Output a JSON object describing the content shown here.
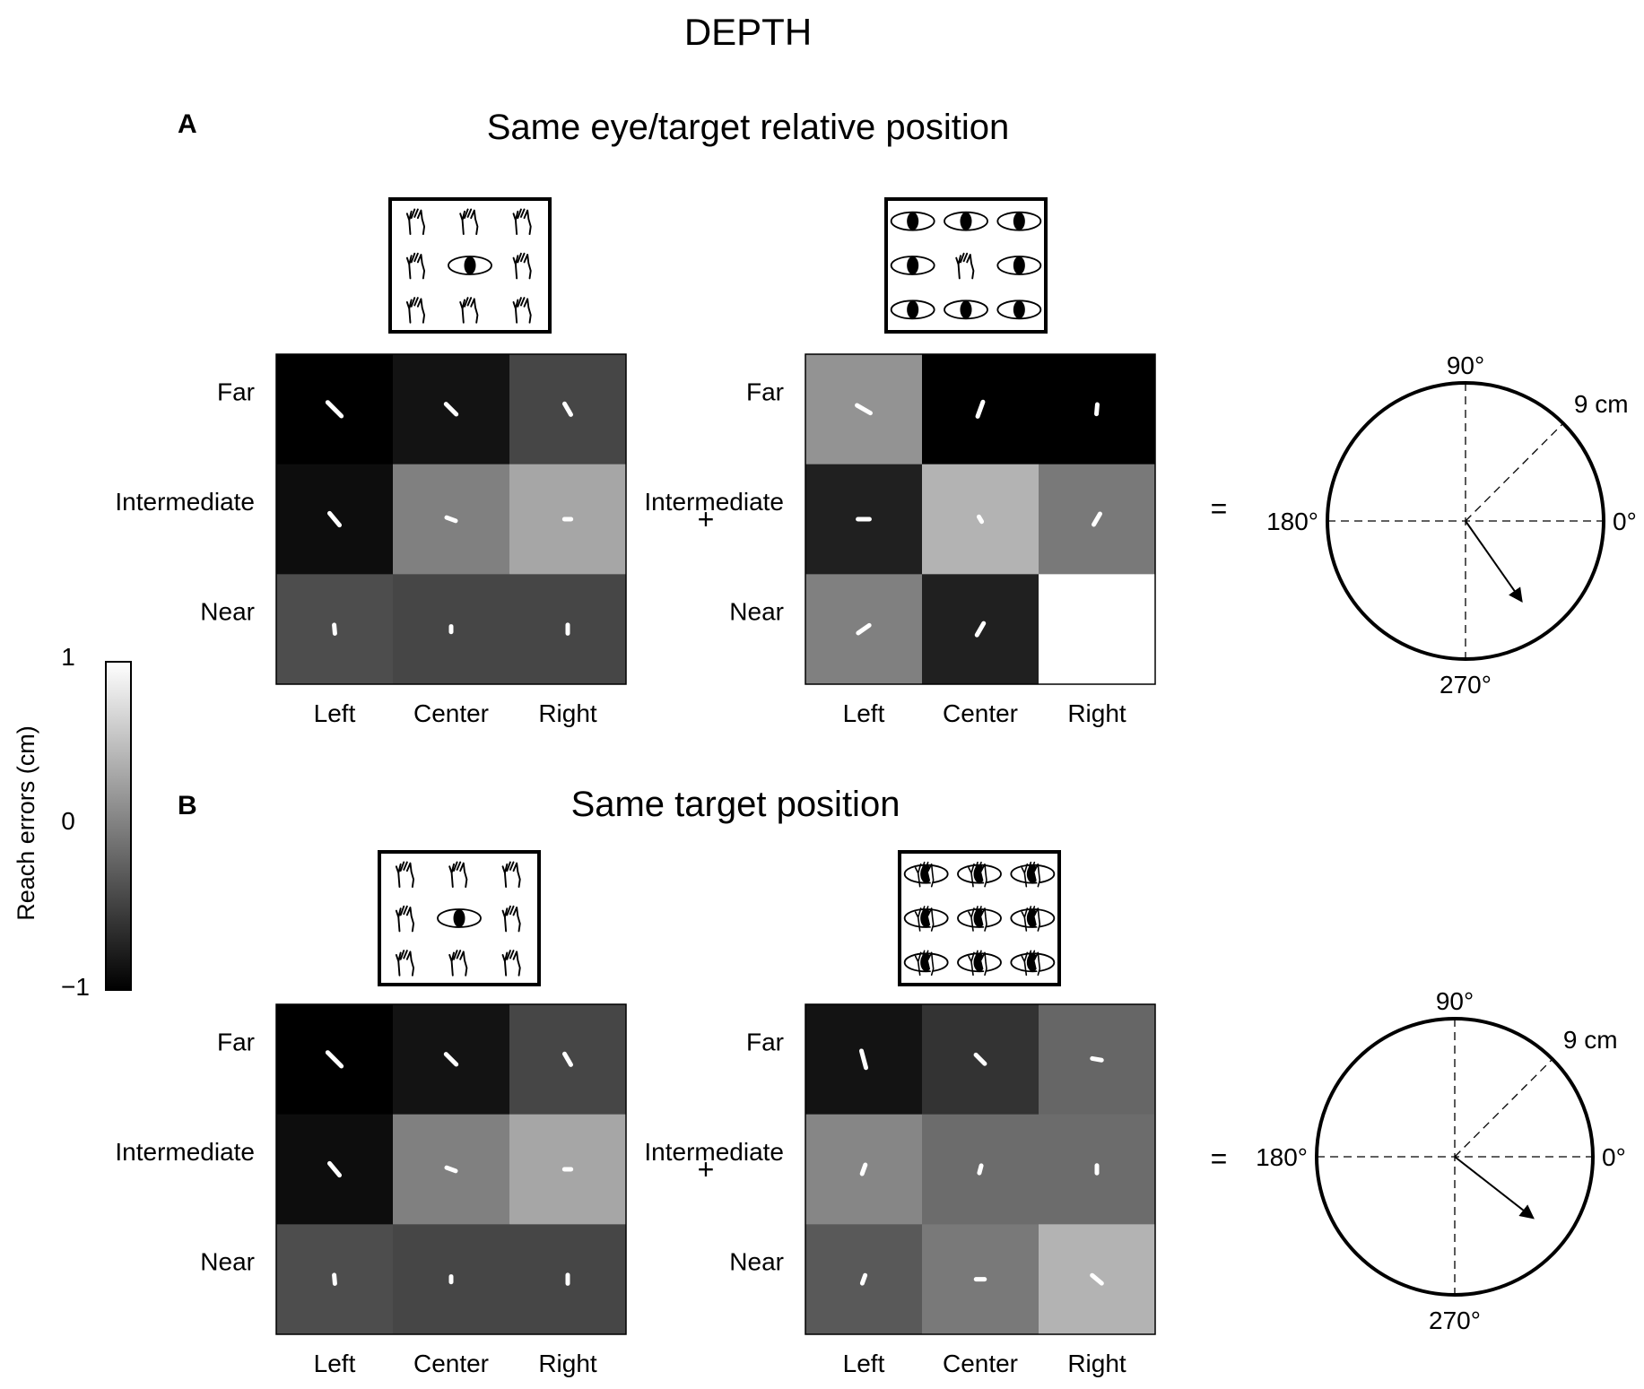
{
  "figure": {
    "title": "DEPTH",
    "plus_sign": "+",
    "equals_sign": "=",
    "icons": {
      "hand": "hand-icon",
      "eye": "eye-icon",
      "hand_on_eye": "hand-on-eye-icon"
    },
    "colorbar": {
      "label": "Reach errors (cm)",
      "max_label": "1",
      "mid_label": "0",
      "min_label": "−1",
      "range": [
        -1,
        1
      ],
      "colormap": "gray"
    }
  },
  "chart_data": [
    {
      "type": "heatmap",
      "panel": "A",
      "panel_title": "Same eye/target relative position",
      "term": "left",
      "inset_layout": [
        [
          "hand",
          "hand",
          "hand"
        ],
        [
          "hand",
          "eye",
          "hand"
        ],
        [
          "hand",
          "hand",
          "hand"
        ]
      ],
      "columns": [
        "Left",
        "Center",
        "Right"
      ],
      "rows": [
        "Far",
        "Intermediate",
        "Near"
      ],
      "values": [
        [
          -1.0,
          -0.85,
          -0.45
        ],
        [
          -0.9,
          0.0,
          0.3
        ],
        [
          -0.4,
          -0.45,
          -0.45
        ]
      ],
      "arrows": [
        [
          {
            "angle": 315,
            "length": 0.8
          },
          {
            "angle": 315,
            "length": 0.55
          },
          {
            "angle": 300,
            "length": 0.45
          }
        ],
        [
          {
            "angle": 310,
            "length": 0.6
          },
          {
            "angle": 340,
            "length": 0.3
          },
          {
            "angle": 0,
            "length": 0.15
          }
        ],
        [
          {
            "angle": 275,
            "length": 0.25
          },
          {
            "angle": 270,
            "length": 0.1
          },
          {
            "angle": 270,
            "length": 0.25
          }
        ]
      ]
    },
    {
      "type": "heatmap",
      "panel": "A",
      "term": "right",
      "inset_layout": [
        [
          "eye",
          "eye",
          "eye"
        ],
        [
          "eye",
          "hand",
          "eye"
        ],
        [
          "eye",
          "eye",
          "eye"
        ]
      ],
      "columns": [
        "Left",
        "Center",
        "Right"
      ],
      "rows": [
        "Far",
        "Intermediate",
        "Near"
      ],
      "values": [
        [
          0.15,
          -1.0,
          -1.0
        ],
        [
          -0.75,
          0.4,
          -0.05
        ],
        [
          0.0,
          -0.75,
          1.0
        ]
      ],
      "arrows": [
        [
          {
            "angle": 330,
            "length": 0.6
          },
          {
            "angle": 250,
            "length": 0.6
          },
          {
            "angle": 265,
            "length": 0.3
          }
        ],
        [
          {
            "angle": 0,
            "length": 0.4
          },
          {
            "angle": 300,
            "length": 0.1
          },
          {
            "angle": 240,
            "length": 0.45
          }
        ],
        [
          {
            "angle": 215,
            "length": 0.5
          },
          {
            "angle": 240,
            "length": 0.5
          },
          null
        ]
      ]
    },
    {
      "type": "heatmap",
      "panel": "B",
      "panel_title": "Same target position",
      "term": "left",
      "inset_layout": [
        [
          "hand",
          "hand",
          "hand"
        ],
        [
          "hand",
          "eye",
          "hand"
        ],
        [
          "hand",
          "hand",
          "hand"
        ]
      ],
      "columns": [
        "Left",
        "Center",
        "Right"
      ],
      "rows": [
        "Far",
        "Intermediate",
        "Near"
      ],
      "values": [
        [
          -1.0,
          -0.85,
          -0.45
        ],
        [
          -0.9,
          0.0,
          0.3
        ],
        [
          -0.4,
          -0.45,
          -0.45
        ]
      ],
      "arrows": [
        [
          {
            "angle": 315,
            "length": 0.8
          },
          {
            "angle": 315,
            "length": 0.55
          },
          {
            "angle": 300,
            "length": 0.45
          }
        ],
        [
          {
            "angle": 310,
            "length": 0.6
          },
          {
            "angle": 340,
            "length": 0.3
          },
          {
            "angle": 0,
            "length": 0.15
          }
        ],
        [
          {
            "angle": 275,
            "length": 0.25
          },
          {
            "angle": 270,
            "length": 0.1
          },
          {
            "angle": 270,
            "length": 0.25
          }
        ]
      ]
    },
    {
      "type": "heatmap",
      "panel": "B",
      "term": "right",
      "inset_layout": [
        [
          "hand_on_eye",
          "hand_on_eye",
          "hand_on_eye"
        ],
        [
          "hand_on_eye",
          "hand_on_eye",
          "hand_on_eye"
        ],
        [
          "hand_on_eye",
          "hand_on_eye",
          "hand_on_eye"
        ]
      ],
      "columns": [
        "Left",
        "Center",
        "Right"
      ],
      "rows": [
        "Far",
        "Intermediate",
        "Near"
      ],
      "values": [
        [
          -0.85,
          -0.6,
          -0.2
        ],
        [
          0.05,
          -0.15,
          -0.15
        ],
        [
          -0.3,
          -0.05,
          0.4
        ]
      ],
      "arrows": [
        [
          {
            "angle": 285,
            "length": 0.7
          },
          {
            "angle": 315,
            "length": 0.45
          },
          {
            "angle": 350,
            "length": 0.3
          }
        ],
        [
          {
            "angle": 250,
            "length": 0.3
          },
          {
            "angle": 255,
            "length": 0.2
          },
          {
            "angle": 270,
            "length": 0.2
          }
        ],
        [
          {
            "angle": 250,
            "length": 0.25
          },
          {
            "angle": 0,
            "length": 0.25
          },
          {
            "angle": 320,
            "length": 0.45
          }
        ]
      ]
    },
    {
      "type": "polar",
      "panel": "A",
      "angle_labels": [
        "90°",
        "180°",
        "0°",
        "270°"
      ],
      "radius_label": "9 cm",
      "r_max": 9,
      "resultant": {
        "angle": 305,
        "r": 6.4
      }
    },
    {
      "type": "polar",
      "panel": "B",
      "angle_labels": [
        "90°",
        "180°",
        "0°",
        "270°"
      ],
      "radius_label": "9 cm",
      "r_max": 9,
      "resultant": {
        "angle": 322,
        "r": 6.5
      }
    }
  ]
}
